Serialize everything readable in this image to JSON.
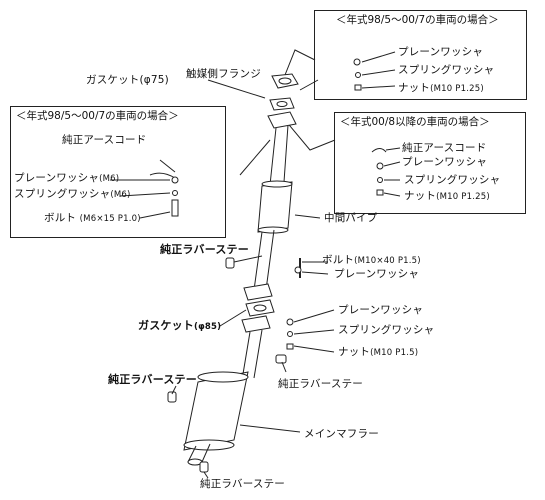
{
  "box_top_right": {
    "header": "＜年式98/5～00/7の車両の場合＞",
    "plain_washer": "プレーンワッシャ",
    "spring_washer": "スプリングワッシャ",
    "nut": "ナット",
    "nut_spec": "(M10 P1.25)"
  },
  "box_left": {
    "header": "＜年式98/5～00/7の車両の場合＞",
    "ground_cord": "純正アースコード",
    "plain_washer": "プレーンワッシャ",
    "plain_washer_spec": "(M6)",
    "spring_washer": "スプリングワッシャ",
    "spring_washer_spec": "(M6)",
    "bolt": "ボルト",
    "bolt_spec": "(M6×15  P1.0)"
  },
  "box_right": {
    "header": "＜年式00/8以降の車両の場合＞",
    "ground_cord": "純正アースコード",
    "plain_washer": "プレーンワッシャ",
    "spring_washer": "スプリングワッシャ",
    "nut": "ナット",
    "nut_spec": "(M10 P1.25)"
  },
  "parts": {
    "gasket_75": "ガスケット(φ75)",
    "catalyst_flange": "触媒側フランジ",
    "center_pipe": "中間パイプ",
    "rubber_stay_1": "純正ラバーステー",
    "bolt_m10": "ボルト",
    "bolt_m10_spec": "(M10×40  P1.5)",
    "plain_washer_mid": "プレーンワッシャ",
    "gasket_85": "ガスケット",
    "gasket_85_spec": "(φ85)",
    "plain_washer_low": "プレーンワッシャ",
    "spring_washer_low": "スプリングワッシャ",
    "nut_low": "ナット",
    "nut_low_spec": "(M10 P1.5)",
    "rubber_stay_2": "純正ラバーステー",
    "rubber_stay_3": "純正ラバーステー",
    "main_muffler": "メインマフラー",
    "rubber_stay_4": "純正ラバーステー"
  }
}
